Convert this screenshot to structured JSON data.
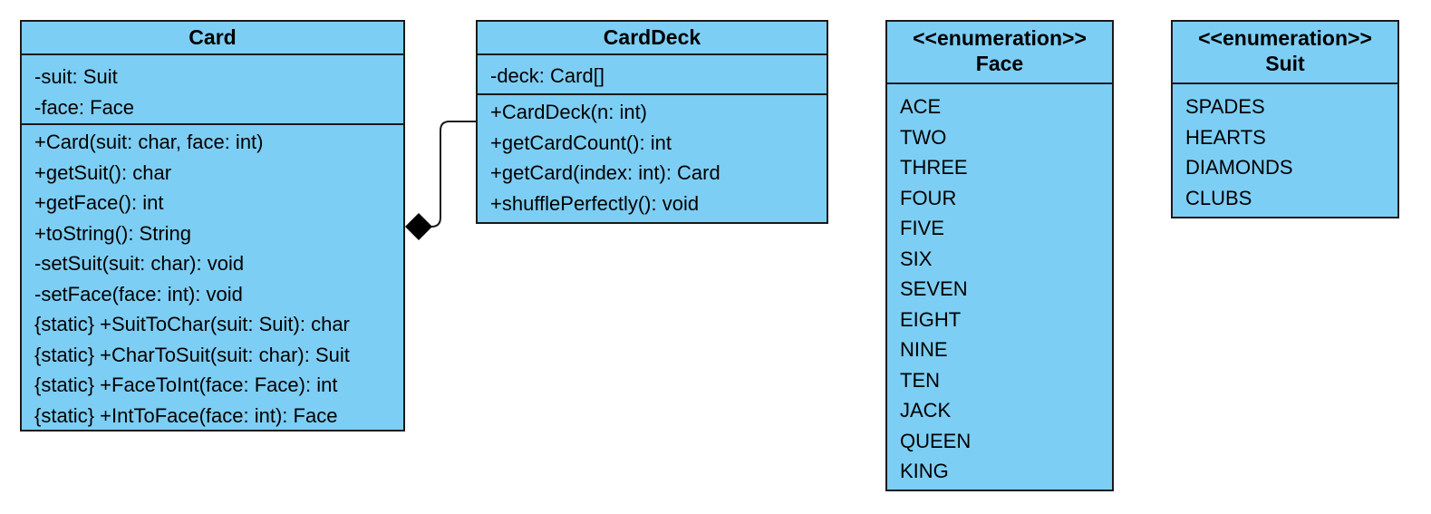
{
  "colors": {
    "class_fill": "#7dcef4",
    "border": "#1a1a1a",
    "text": "#000000"
  },
  "classes": {
    "card": {
      "name": "Card",
      "attributes": [
        "-suit: Suit",
        "-face: Face"
      ],
      "operations": [
        "+Card(suit: char, face: int)",
        "+getSuit(): char",
        "+getFace(): int",
        "+toString(): String",
        "-setSuit(suit: char): void",
        "-setFace(face: int): void",
        "{static} +SuitToChar(suit: Suit): char",
        "{static} +CharToSuit(suit: char): Suit",
        "{static} +FaceToInt(face: Face): int",
        "{static} +IntToFace(face: int): Face"
      ]
    },
    "card_deck": {
      "name": "CardDeck",
      "attributes": [
        "-deck: Card[]"
      ],
      "operations": [
        "+CardDeck(n: int)",
        "+getCardCount(): int",
        "+getCard(index: int): Card",
        "+shufflePerfectly(): void"
      ]
    },
    "face": {
      "stereotype": "<<enumeration>>",
      "name": "Face",
      "literals": [
        "ACE",
        "TWO",
        "THREE",
        "FOUR",
        "FIVE",
        "SIX",
        "SEVEN",
        "EIGHT",
        "NINE",
        "TEN",
        "JACK",
        "QUEEN",
        "KING"
      ]
    },
    "suit": {
      "stereotype": "<<enumeration>>",
      "name": "Suit",
      "literals": [
        "SPADES",
        "HEARTS",
        "DIAMONDS",
        "CLUBS"
      ]
    }
  },
  "relations": [
    {
      "type": "composition",
      "whole": "Card",
      "part": "CardDeck"
    }
  ]
}
